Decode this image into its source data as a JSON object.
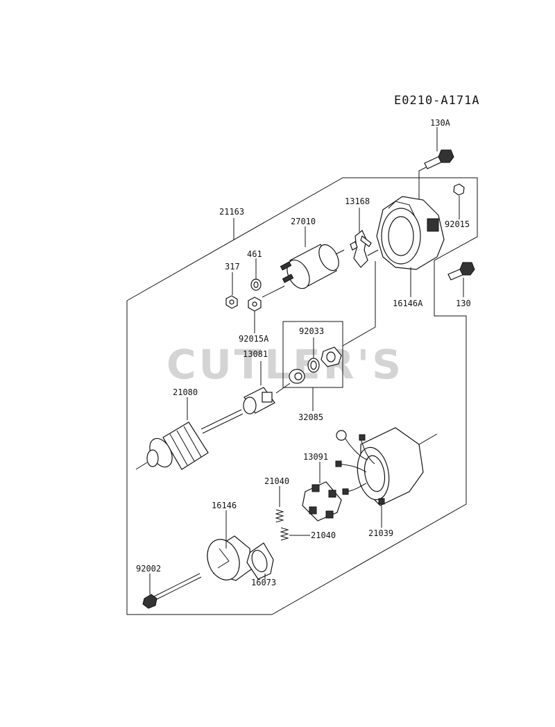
{
  "diagram_code": "E0210-A171A",
  "watermark": "CUTLER'S",
  "labels": {
    "p130A": "130A",
    "p21163": "21163",
    "p13168": "13168",
    "p27010": "27010",
    "p92015": "92015",
    "p461": "461",
    "p317": "317",
    "p16146A": "16146A",
    "p130": "130",
    "p92015A": "92015A",
    "p92033": "92033",
    "p13081": "13081",
    "p21080": "21080",
    "p32085": "32085",
    "p13091": "13091",
    "p21040a": "21040",
    "p16146": "16146",
    "p21040b": "21040",
    "p21039": "21039",
    "p92002": "92002",
    "p16073": "16073"
  },
  "icons": [
    "bolt-icon",
    "nut-icon",
    "washer-icon",
    "solenoid-icon",
    "lever-icon",
    "housing-icon",
    "armature-icon",
    "pinion-icon",
    "yoke-icon",
    "brush-holder-icon",
    "spring-icon",
    "end-cover-icon",
    "plate-icon"
  ]
}
